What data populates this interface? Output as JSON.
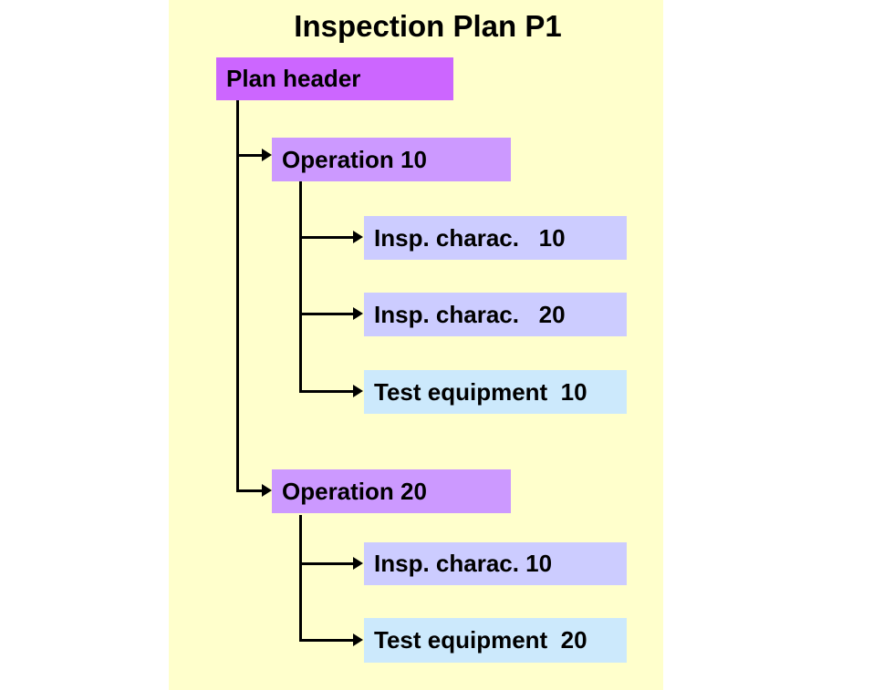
{
  "title": "Inspection Plan P1",
  "colors": {
    "page_bg": "#FFFFFF",
    "panel_bg": "#FFFFCC",
    "plan_header_fill": "#CC66FF",
    "operation_fill": "#CC99FF",
    "insp_charac_fill": "#CCCCFF",
    "test_equipment_fill": "#CCE9FC",
    "connector": "#000000",
    "text": "#000000"
  },
  "tree": {
    "root": {
      "label": "Plan header",
      "type": "plan-header"
    },
    "operations": [
      {
        "label": "Operation 10",
        "type": "operation",
        "children": [
          {
            "label": "Insp. charac.   10",
            "type": "inspection-characteristic"
          },
          {
            "label": "Insp. charac.   20",
            "type": "inspection-characteristic"
          },
          {
            "label": "Test equipment  10",
            "type": "test-equipment"
          }
        ]
      },
      {
        "label": "Operation 20",
        "type": "operation",
        "children": [
          {
            "label": "Insp. charac. 10",
            "type": "inspection-characteristic"
          },
          {
            "label": "Test equipment  20",
            "type": "test-equipment"
          }
        ]
      }
    ]
  }
}
